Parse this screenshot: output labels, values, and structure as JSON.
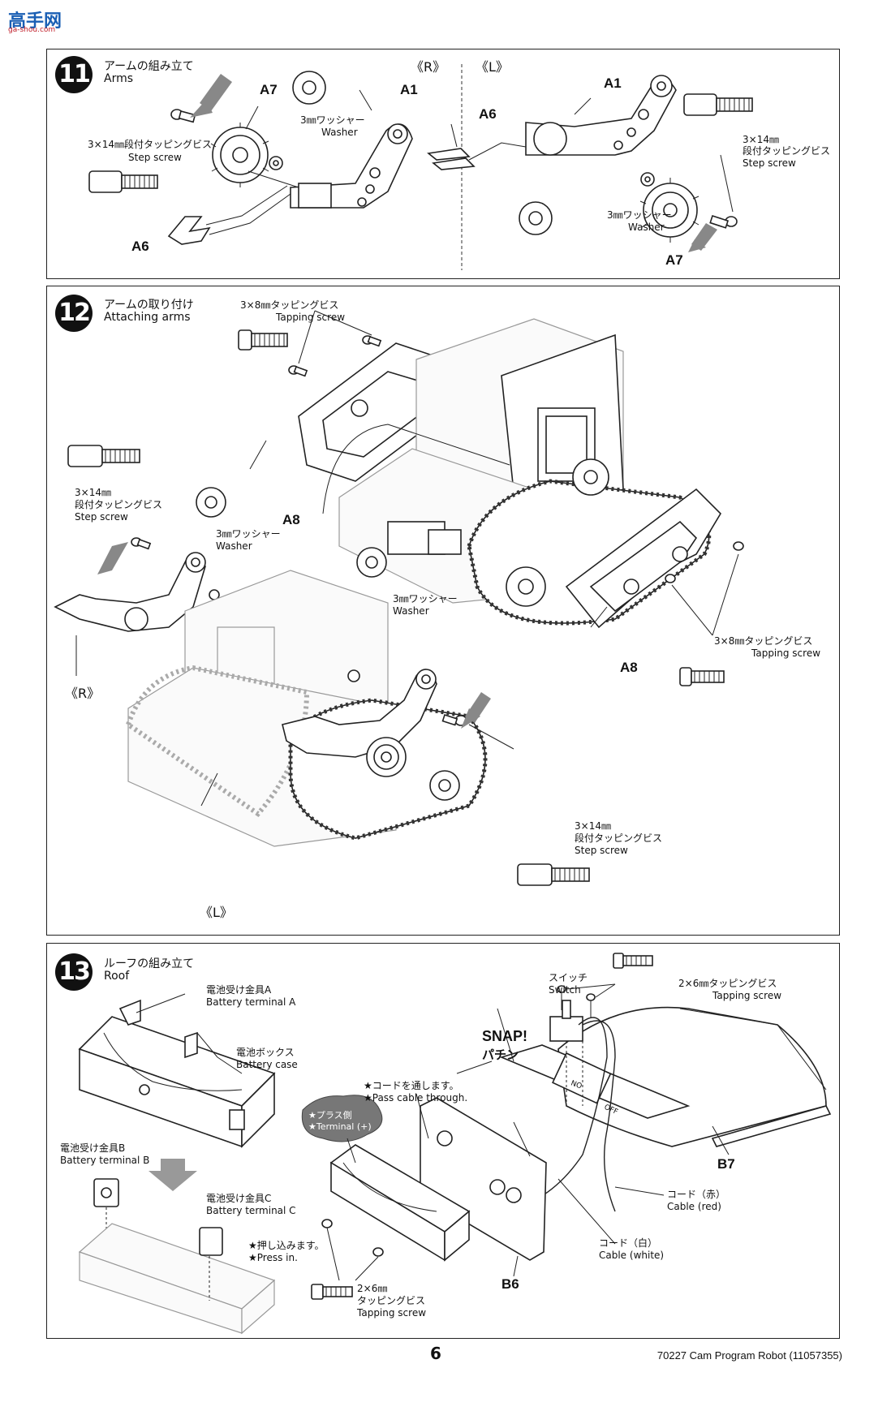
{
  "watermark": {
    "main": "高手网",
    "sub": "ga-shou.com"
  },
  "step11": {
    "number": "11",
    "title_jp": "アームの組み立て",
    "title_en": "Arms",
    "side_r": "《R》",
    "side_l": "《L》",
    "left": {
      "part_a7": "A7",
      "part_a1": "A1",
      "part_a6": "A6",
      "washer_jp": "3㎜ワッシャー",
      "washer_en": "Washer",
      "screw_jp": "3×14㎜段付タッピングビス",
      "screw_en": "Step screw"
    },
    "right": {
      "part_a1": "A1",
      "part_a6": "A6",
      "part_a7": "A7",
      "washer_jp": "3㎜ワッシャー",
      "washer_en": "Washer",
      "screw_jp1": "3×14㎜",
      "screw_jp2": "段付タッピングビス",
      "screw_en": "Step screw"
    }
  },
  "step12": {
    "number": "12",
    "title_jp": "アームの取り付け",
    "title_en": "Attaching arms",
    "tap_top_jp": "3×8㎜タッピングビス",
    "tap_top_en": "Tapping screw",
    "part_a8_top": "A8",
    "step_left_jp1": "3×14㎜",
    "step_left_jp2": "段付タッピングビス",
    "step_left_en": "Step screw",
    "washer1_jp": "3㎜ワッシャー",
    "washer1_en": "Washer",
    "washer2_jp": "3㎜ワッシャー",
    "washer2_en": "Washer",
    "side_r": "《R》",
    "side_l": "《L》",
    "part_a8_bottom": "A8",
    "tap_right_jp": "3×8㎜タッピングビス",
    "tap_right_en": "Tapping screw",
    "step_right_jp1": "3×14㎜",
    "step_right_jp2": "段付タッピングビス",
    "step_right_en": "Step screw"
  },
  "step13": {
    "number": "13",
    "title_jp": "ルーフの組み立て",
    "title_en": "Roof",
    "term_a_jp": "電池受け金具A",
    "term_a_en": "Battery terminal A",
    "case_jp": "電池ボックス",
    "case_en": "Battery case",
    "term_b_jp": "電池受け金具B",
    "term_b_en": "Battery terminal B",
    "term_c_jp": "電池受け金具C",
    "term_c_en": "Battery terminal C",
    "press_jp": "★押し込みます。",
    "press_en": "★Press in.",
    "switch_jp": "スイッチ",
    "switch_en": "Switch",
    "tap26_jp": "2×6㎜タッピングビス",
    "tap26_en": "Tapping screw",
    "snap_en": "SNAP!",
    "snap_jp": "パチン",
    "pass_jp": "★コードを通します。",
    "pass_en": "★Pass cable through.",
    "plus_jp": "★プラス側",
    "plus_en": "★Terminal (+)",
    "part_b7": "B7",
    "part_b6": "B6",
    "cable_red_jp": "コード（赤）",
    "cable_red_en": "Cable (red)",
    "cable_white_jp": "コード（白）",
    "cable_white_en": "Cable (white)",
    "tap26b_jp1": "2×6㎜",
    "tap26b_jp2": "タッピングビス",
    "tap26b_en": "Tapping screw",
    "sw_on": "ON",
    "sw_off": "OFF"
  },
  "footer": {
    "page": "6",
    "text": "70227  Cam Program Robot (11057355)"
  }
}
